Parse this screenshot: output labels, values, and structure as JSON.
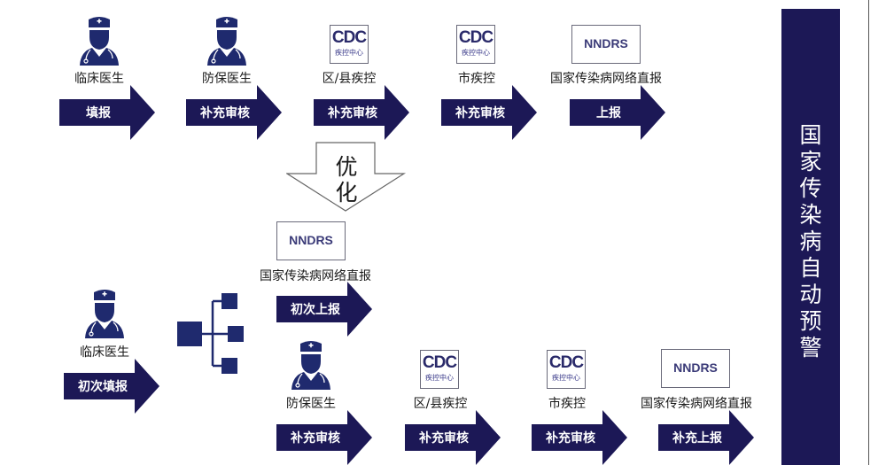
{
  "colors": {
    "primary": "#1c1856",
    "icon": "#1f2a6e",
    "text": "#1a1a1a",
    "arrow_text": "#ffffff"
  },
  "top_flow": {
    "steps": [
      {
        "icon": "doctor-icon",
        "label": "临床医生",
        "action": "填报"
      },
      {
        "icon": "doctor-icon",
        "label": "防保医生",
        "action": "补充审核"
      },
      {
        "icon": "cdc-logo",
        "logo_main": "CDC",
        "logo_sub": "疾控中心",
        "label": "区/县疾控",
        "action": "补充审核"
      },
      {
        "icon": "cdc-logo",
        "logo_main": "CDC",
        "logo_sub": "疾控中心",
        "label": "市疾控",
        "action": "补充审核"
      },
      {
        "icon": "nndrs-logo",
        "logo_main": "NNDRS",
        "label": "国家传染病网络直报",
        "action": "上报"
      }
    ]
  },
  "optimize_arrow": {
    "label": "优化"
  },
  "bottom_flow": {
    "start": {
      "icon": "doctor-icon",
      "label": "临床医生",
      "action": "初次填报"
    },
    "branch_top": {
      "logo_main": "NNDRS",
      "label": "国家传染病网络直报",
      "action": "初次上报"
    },
    "branch_bottom": [
      {
        "icon": "doctor-icon",
        "label": "防保医生",
        "action": "补充审核"
      },
      {
        "icon": "cdc-logo",
        "logo_main": "CDC",
        "logo_sub": "疾控中心",
        "label": "区/县疾控",
        "action": "补充审核"
      },
      {
        "icon": "cdc-logo",
        "logo_main": "CDC",
        "logo_sub": "疾控中心",
        "label": "市疾控",
        "action": "补充审核"
      },
      {
        "icon": "nndrs-logo",
        "logo_main": "NNDRS",
        "label": "国家传染病网络直报",
        "action": "补充上报"
      }
    ]
  },
  "sidebar": {
    "title": "国家传染病自动预警"
  }
}
